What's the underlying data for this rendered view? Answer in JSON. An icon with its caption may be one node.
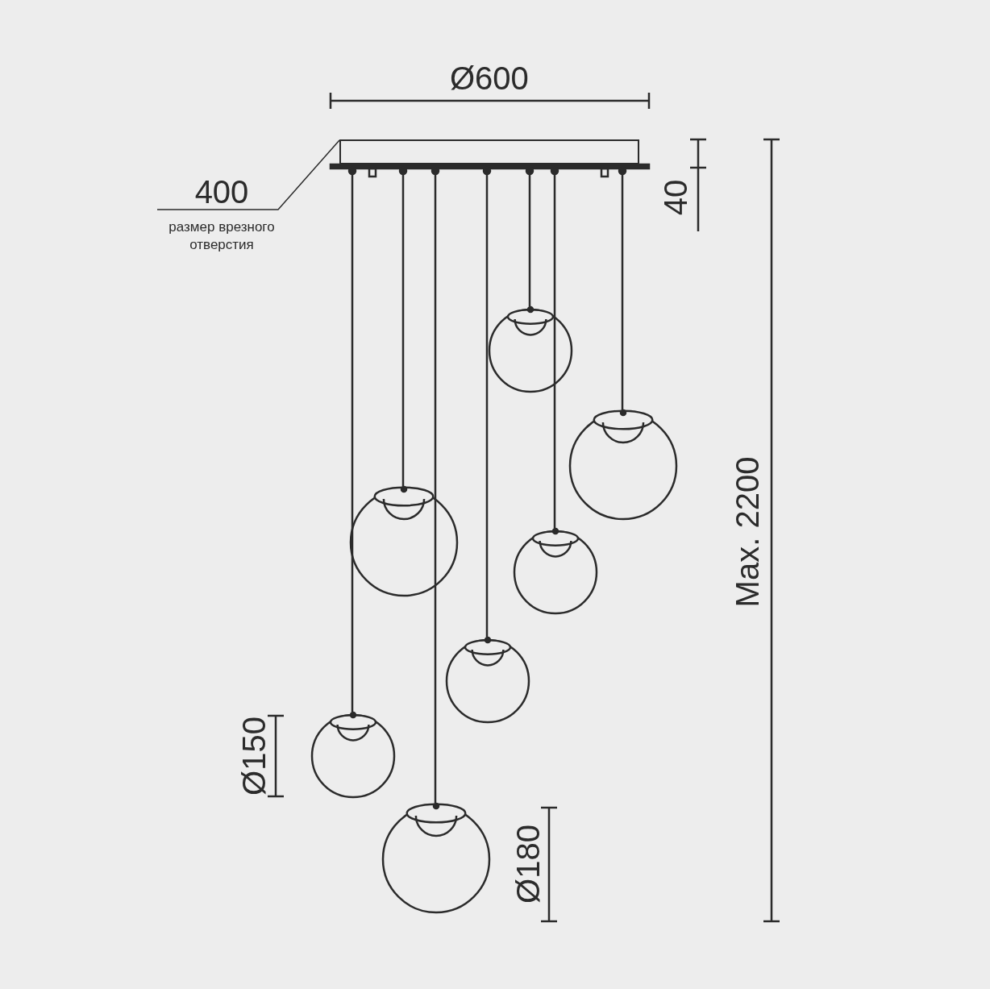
{
  "diagram": {
    "nodes": [
      {
        "text": [
          "400",
          "размер врезного отверстия"
        ]
      },
      {
        "text": [],
        "shape": "box"
      }
    ],
    "edges": [
      {
        "from": 0,
        "to": 1,
        "arrow": "none"
      }
    ],
    "labels": [
      "Ø600",
      "40",
      "Max. 2200",
      "Ø150",
      "Ø180"
    ]
  }
}
